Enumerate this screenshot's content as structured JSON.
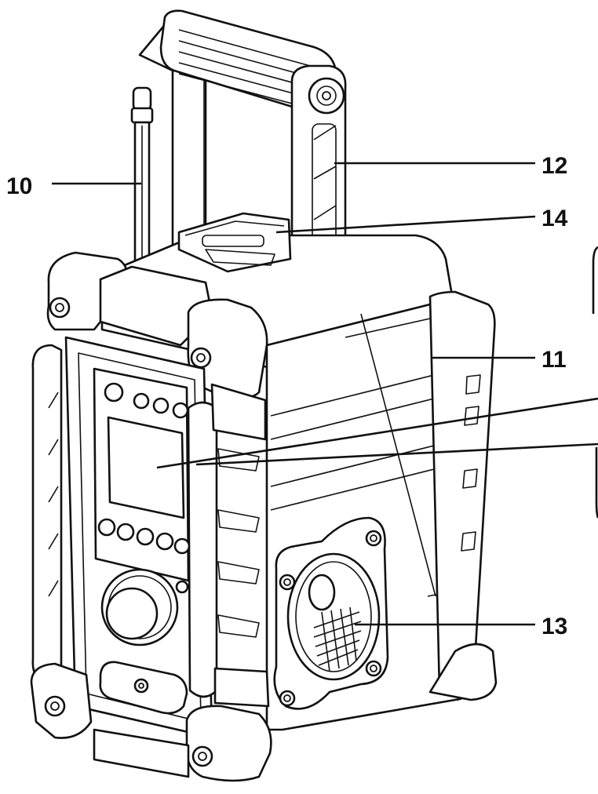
{
  "callouts": [
    {
      "id": "antenna",
      "label": "10"
    },
    {
      "id": "housing",
      "label": "11"
    },
    {
      "id": "handle",
      "label": "12"
    },
    {
      "id": "speaker",
      "label": "13"
    },
    {
      "id": "battery-clip",
      "label": "14"
    }
  ]
}
